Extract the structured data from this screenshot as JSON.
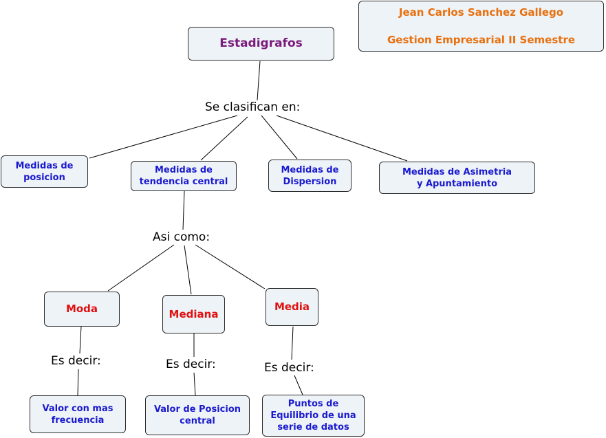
{
  "author": {
    "line1": "Jean Carlos Sanchez Gallego",
    "line2": "Gestion Empresarial II Semestre"
  },
  "root": "Estadigrafos",
  "phrases": {
    "classify": "Se clasifican en:",
    "as_well": "Asi como:",
    "es_decir": "Es decir:"
  },
  "categories": [
    "Medidas de\nposicion",
    "Medidas de\ntendencia central",
    "Medidas de\nDispersion",
    "Medidas de Asimetria\ny Apuntamiento"
  ],
  "measures": [
    "Moda",
    "Mediana",
    "Media"
  ],
  "definitions": [
    "Valor con mas\nfrecuencia",
    "Valor de Posicion\ncentral",
    "Puntos de\nEquilibrio de una\nserie de datos"
  ],
  "colors": {
    "root_text": "#7a1a7a",
    "category_text": "#1a1acf",
    "measure_text": "#e01010",
    "author_text": "#e8700f",
    "node_fill": "#eef3f7"
  }
}
